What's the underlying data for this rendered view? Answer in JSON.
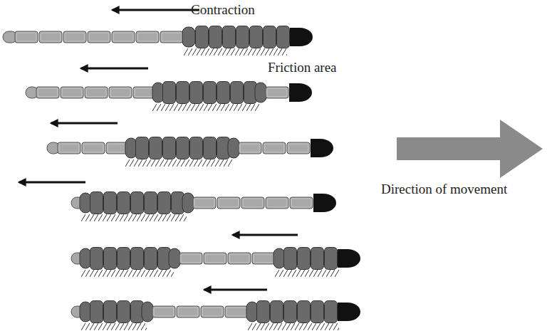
{
  "diagram": {
    "labels": [
      "Contraction",
      "Friction area",
      "Direction of movement"
    ]
  }
}
